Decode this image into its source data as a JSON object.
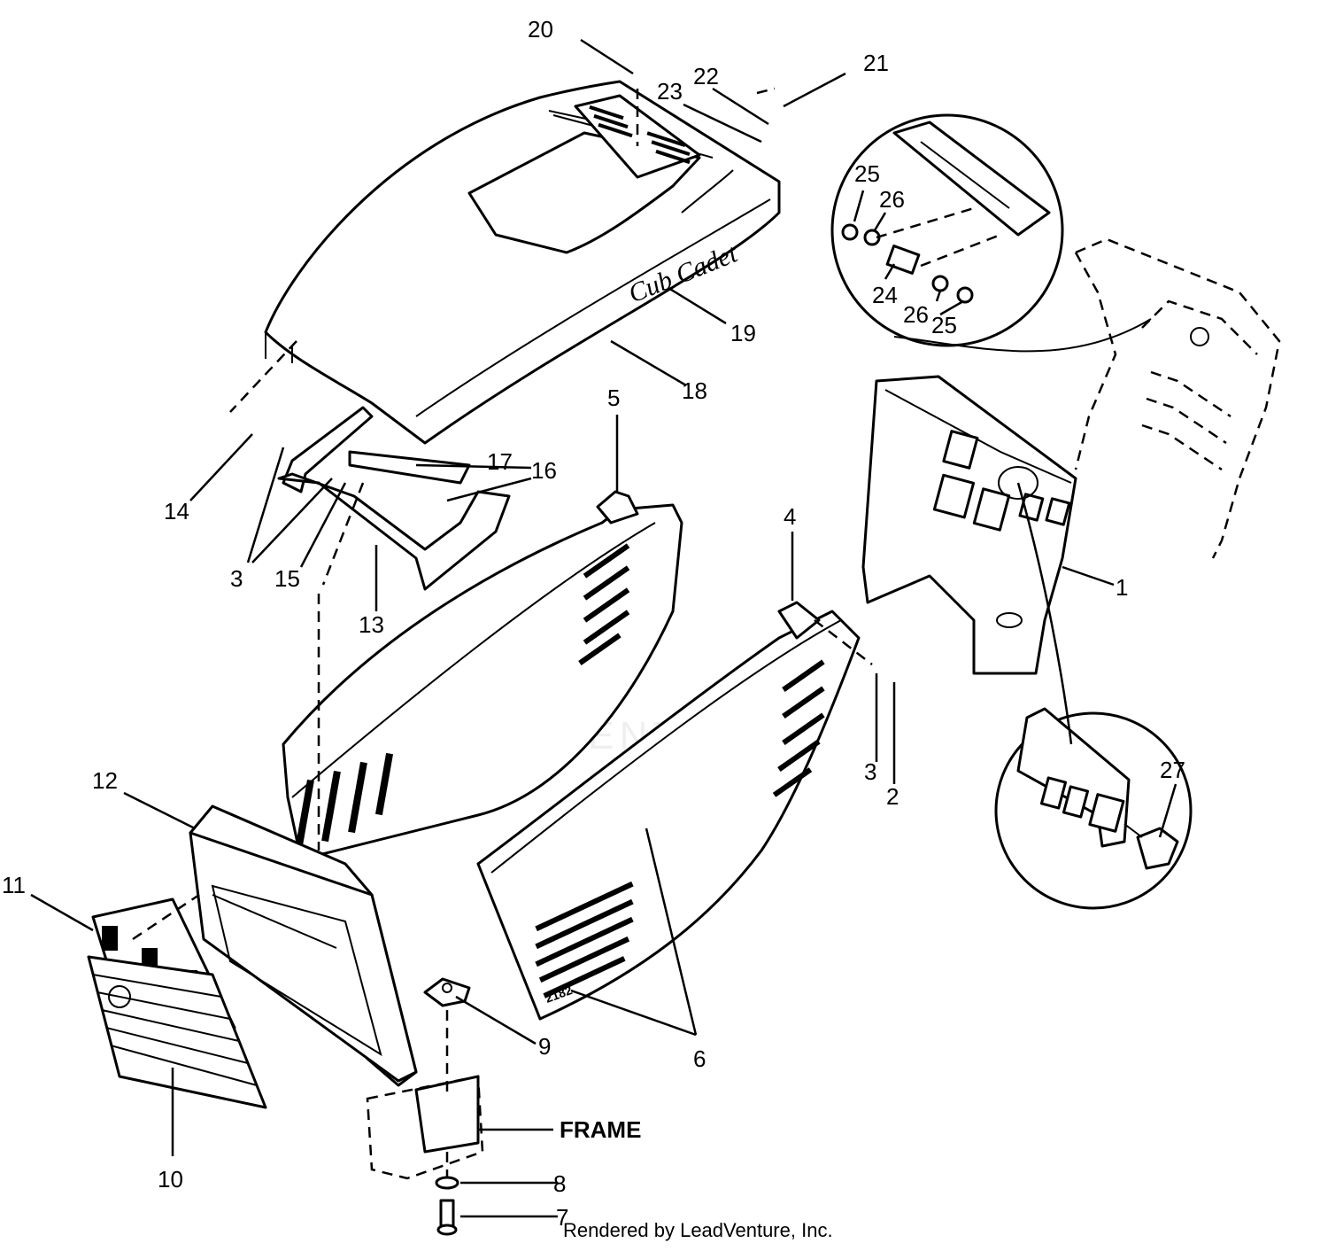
{
  "callouts": {
    "c1": "1",
    "c2": "2",
    "c3a": "3",
    "c3b": "3",
    "c4": "4",
    "c5": "5",
    "c6": "6",
    "c7": "7",
    "c8": "8",
    "c9": "9",
    "c10": "10",
    "c11": "11",
    "c12": "12",
    "c13": "13",
    "c14": "14",
    "c15": "15",
    "c16": "16",
    "c17": "17",
    "c18": "18",
    "c19": "19",
    "c20": "20",
    "c21": "21",
    "c22": "22",
    "c23": "23",
    "c24": "24",
    "c25a": "25",
    "c25b": "25",
    "c26a": "26",
    "c26b": "26",
    "c27": "27"
  },
  "frame_label": "FRAME",
  "hood_logo": "Cub Cadet",
  "panel_badge": "2182",
  "watermark": "LEADVENTURE",
  "footer": "Rendered by LeadVenture, Inc."
}
